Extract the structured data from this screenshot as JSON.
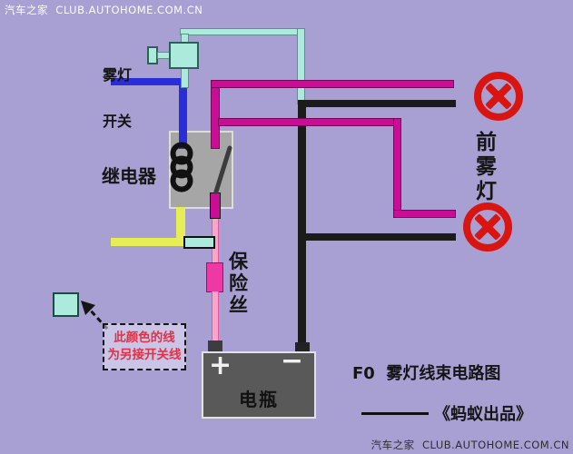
{
  "watermarks": {
    "top": "汽车之家  CLUB.AUTOHOME.COM.CN",
    "bottom": "汽车之家  CLUB.AUTOHOME.COM.CN"
  },
  "labels": {
    "fog_switch_line1": "雾灯",
    "fog_switch_line2": "开关",
    "relay": "继电器",
    "fuse": "保险丝",
    "front_fog": "前雾灯",
    "title": "F0  雾灯线束电路图",
    "byline": "《蚂蚁出品》"
  },
  "note": {
    "line1": "此颜色的线",
    "line2": "为另接开关线"
  },
  "battery": {
    "name": "电瓶",
    "plus": "+",
    "minus": "−"
  },
  "icons": {
    "fog_lamp": "fog-lamp-icon",
    "relay_coil": "relay-coil-icon",
    "relay_lever": "relay-lever-icon",
    "dashed_arrow": "dashed-arrow-icon"
  },
  "colors": {
    "background": "#a89fd3",
    "cyan_wire": "#aceadb",
    "blue_wire": "#2a2ed9",
    "magenta_wire": "#c90d94",
    "yellow_wire": "#e7ee55",
    "pink_wire": "#f9a6ca",
    "fuse_body": "#ee38a4",
    "lamp_red": "#d81510",
    "black_wire": "#1b1b1b",
    "relay_body": "#a6a6a6",
    "battery_body": "#595959",
    "note_text": "#e03245"
  }
}
